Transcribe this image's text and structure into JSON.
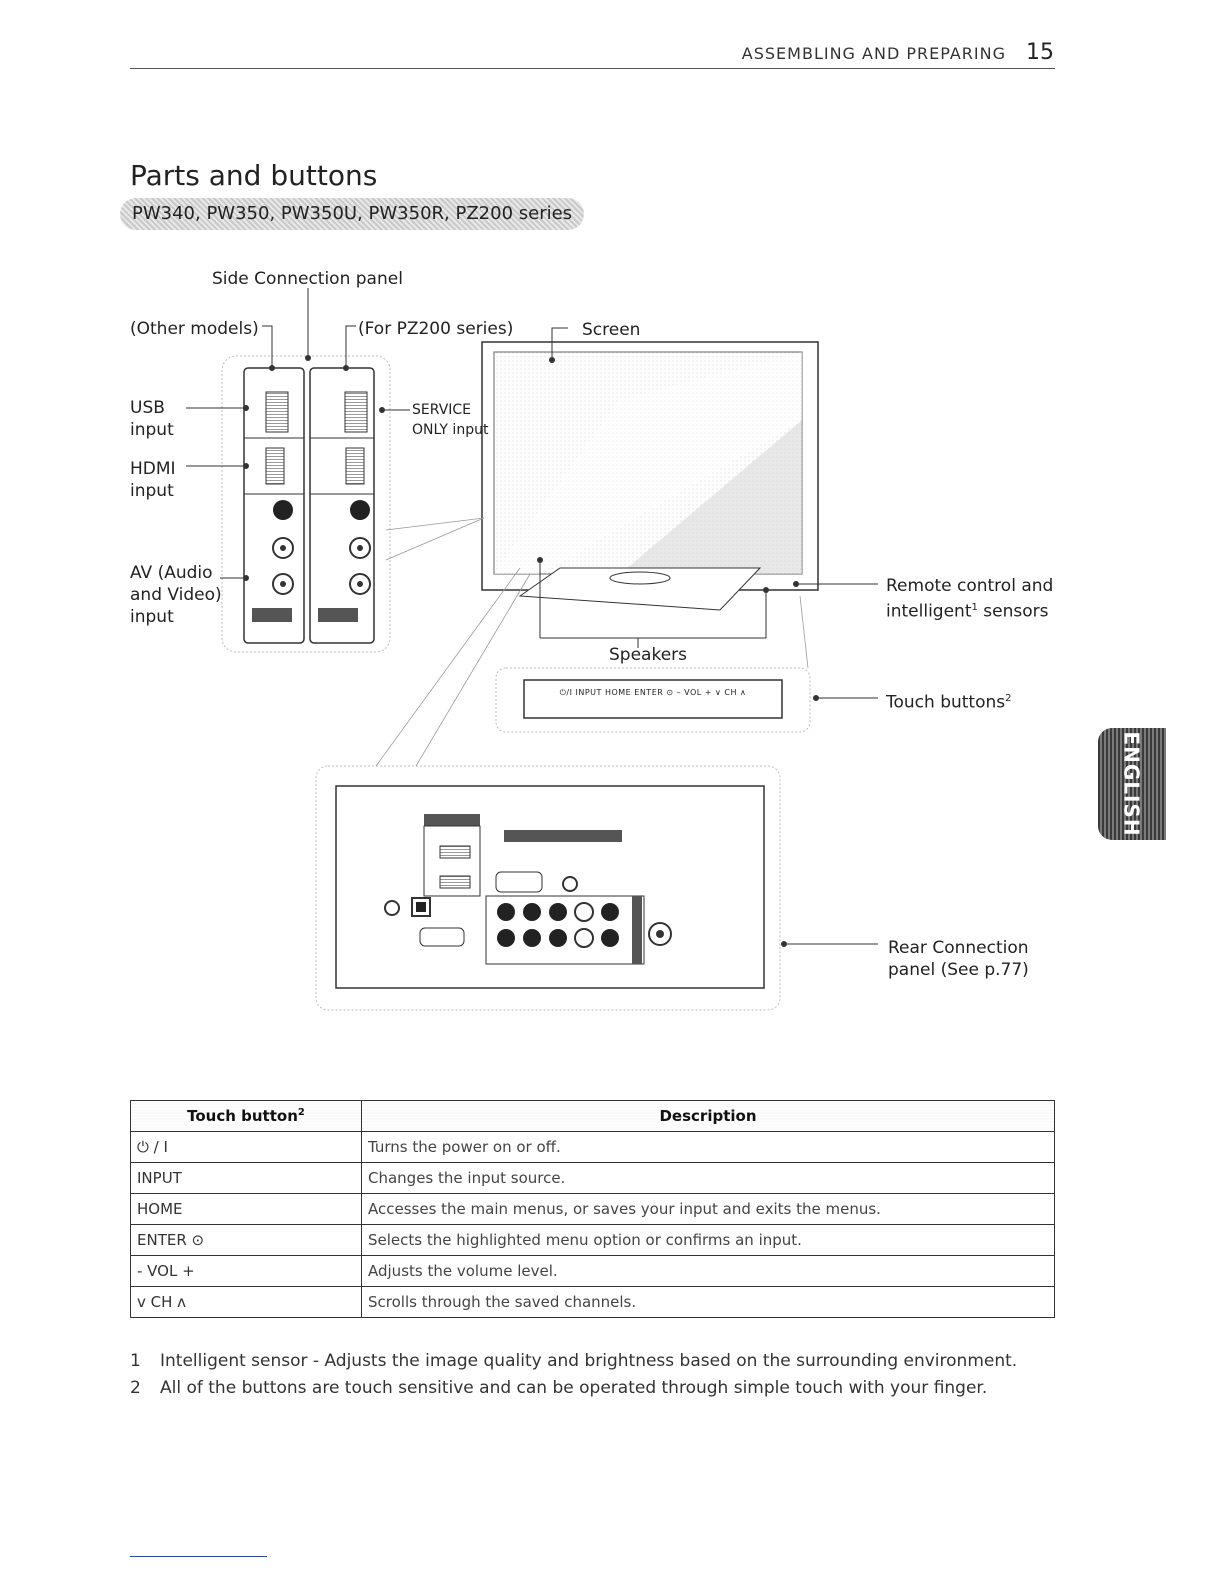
{
  "header": {
    "section": "ASSEMBLING AND PREPARING",
    "page_number": "15"
  },
  "title": "Parts and buttons",
  "series_tag": "PW340, PW350, PW350U, PW350R, PZ200 series",
  "diagram": {
    "side_panel_label": "Side Connection panel",
    "other_models_label": "(Other models)",
    "pz200_label": "(For PZ200 series)",
    "screen_label": "Screen",
    "usb_label": "USB",
    "usb_label2": "input",
    "hdmi_label": "HDMI",
    "hdmi_label2": "input",
    "av_label": "AV (Audio",
    "av_label2": "and Video)",
    "av_label3": "input",
    "service_label": "SERVICE",
    "service_label2": "ONLY input",
    "remote_label": "Remote control and",
    "remote_label2_pre": "intelligent",
    "remote_label2_sup": "1",
    "remote_label2_post": " sensors",
    "speakers_label": "Speakers",
    "touch_label": "Touch buttons",
    "touch_label_sup": "2",
    "touch_panel_text": "⏻/I   INPUT   HOME   ENTER ⊙   – VOL +   ∨ CH ∧",
    "rear_label": "Rear Connection",
    "rear_label2": "panel (See p.77)"
  },
  "side_tab": "ENGLISH",
  "table": {
    "header_button": "Touch button",
    "header_button_sup": "2",
    "header_desc": "Description",
    "rows": [
      {
        "button": "⏻ / I",
        "desc": "Turns the power on or off."
      },
      {
        "button": "INPUT",
        "desc": "Changes the input source."
      },
      {
        "button": "HOME",
        "desc": "Accesses the main menus, or saves your input and exits the menus."
      },
      {
        "button": "ENTER ⊙",
        "desc": "Selects the highlighted menu option or confirms an input."
      },
      {
        "button": "- VOL +",
        "desc": "Adjusts the volume level."
      },
      {
        "button": "v CH ʌ",
        "desc": "Scrolls through the saved channels."
      }
    ]
  },
  "footnotes": [
    {
      "num": "1",
      "text": "Intelligent sensor - Adjusts the image quality and brightness based on the surrounding environment."
    },
    {
      "num": "2",
      "text": "All of the buttons are touch sensitive and can be operated through simple touch with your finger."
    }
  ]
}
